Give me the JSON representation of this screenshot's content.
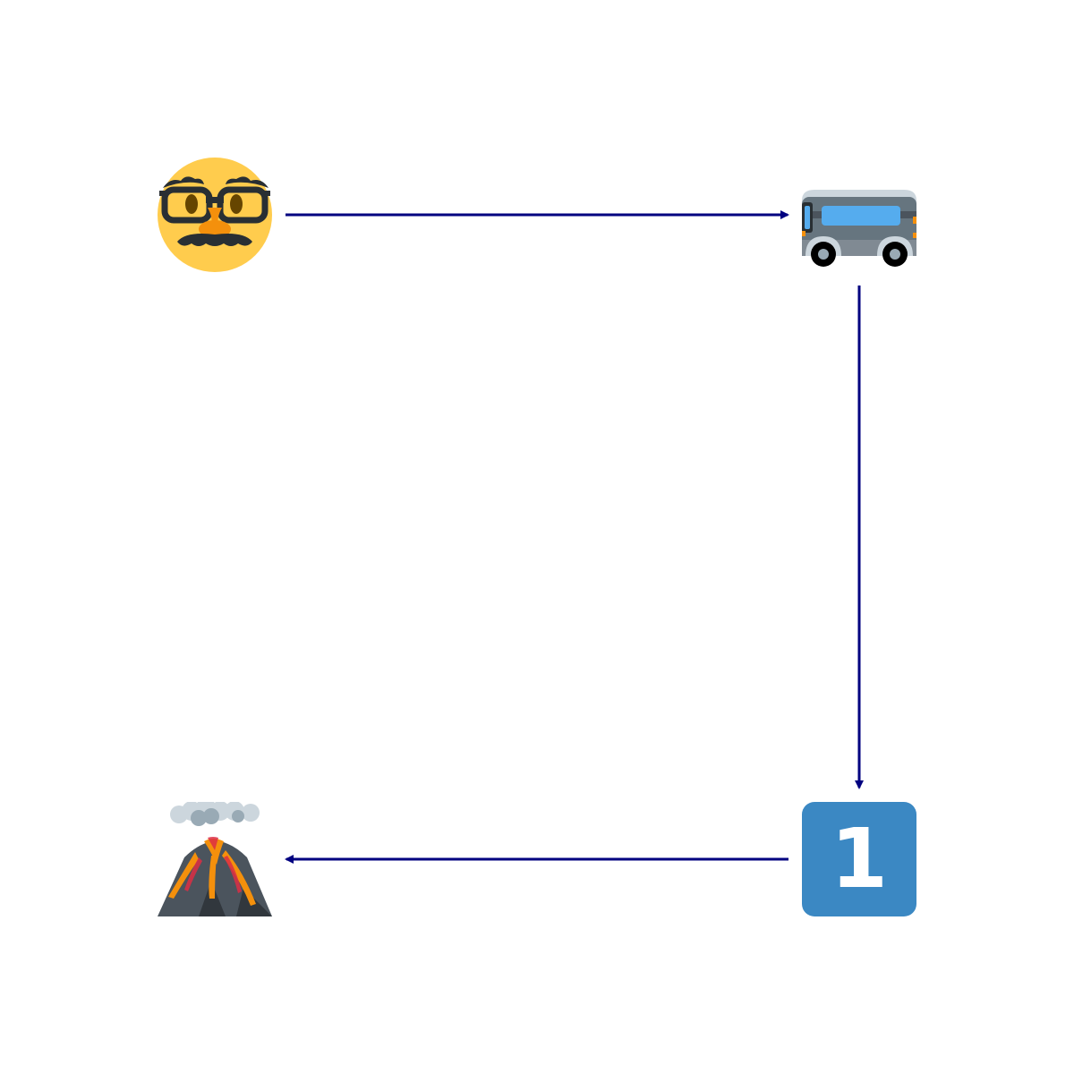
{
  "diagram": {
    "nodes": [
      {
        "id": "disguise",
        "icon": "disguised-face-icon"
      },
      {
        "id": "bus",
        "icon": "bus-icon"
      },
      {
        "id": "one",
        "icon": "keycap-one-icon",
        "text": "1"
      },
      {
        "id": "volcano",
        "icon": "volcano-icon"
      }
    ],
    "edges": [
      {
        "from": "disguise",
        "to": "bus"
      },
      {
        "from": "bus",
        "to": "one"
      },
      {
        "from": "one",
        "to": "volcano"
      }
    ],
    "colors": {
      "arrow": "#000080",
      "keycap": "#3b88c3",
      "face": "#ffcc4d"
    }
  }
}
